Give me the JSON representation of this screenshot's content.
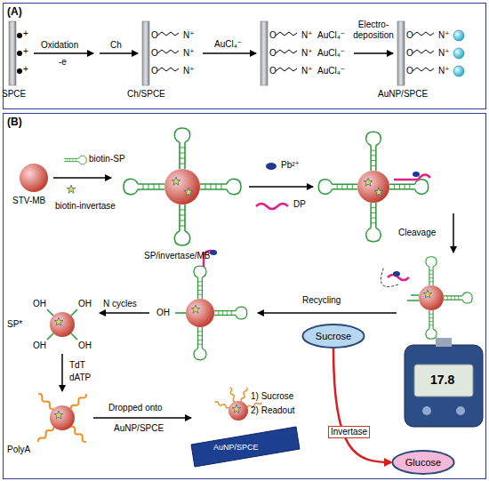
{
  "diagram": {
    "nodes": [
      {
        "text": [
          "(A)"
        ]
      },
      {
        "text": [
          "(B)"
        ]
      },
      {
        "text": [
          "Sucrose"
        ],
        "in": 1
      },
      {
        "text": [
          "Glucose"
        ],
        "in": 1
      }
    ],
    "edges": [
      {
        "from": 2,
        "to": 3,
        "arrow": "to",
        "label": "Invertase"
      }
    ],
    "labels": [
      "SPCE",
      "+",
      "+",
      "+",
      "Oxidation",
      "-e",
      "Ch",
      "O",
      "N⁺",
      "O",
      "N⁺",
      "O",
      "N⁺",
      "Ch/SPCE",
      "AuCl₄⁻",
      "O",
      "N⁺",
      "AuCl₄⁻",
      "O",
      "N⁺",
      "AuCl₄⁻",
      "O",
      "N⁺",
      "AuCl₄⁻",
      "Electro- deposition",
      "O",
      "N⁺",
      "O",
      "N⁺",
      "O",
      "N⁺",
      "AuNP/SPCE",
      "STV-MB",
      "biotin-SP",
      "biotin-invertase",
      "SP/invertase/MB",
      "Pb²⁺",
      "DP",
      "Cleavage",
      "Recycling",
      "OH",
      "N cycles",
      "SP*",
      "OH",
      "OH",
      "OH",
      "OH",
      "TdT",
      "dATP",
      "PolyA",
      "Dropped onto",
      "AuNP/SPCE",
      "AuNP/SPCE",
      "1) Sucrose",
      "2) Readout",
      "17.8"
    ]
  }
}
